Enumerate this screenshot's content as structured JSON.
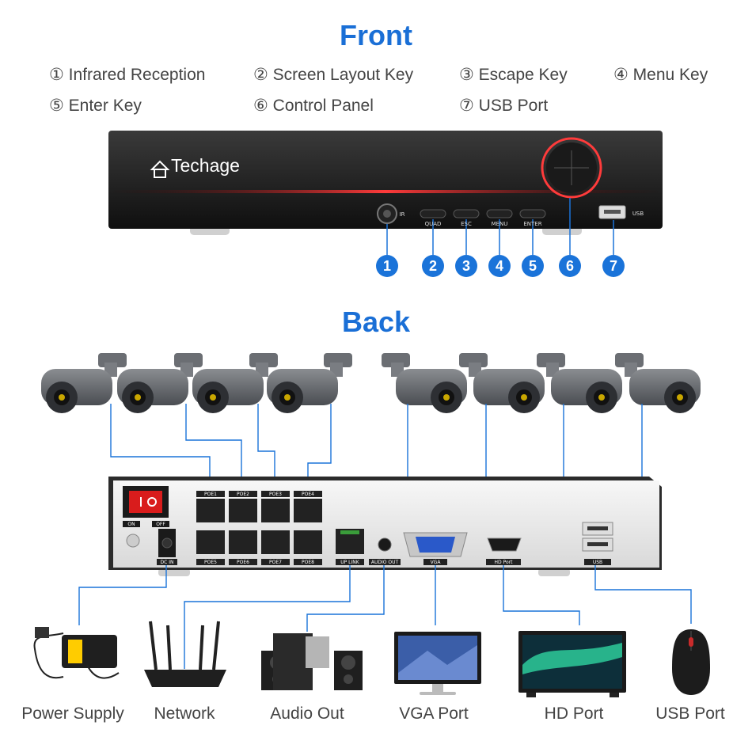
{
  "front": {
    "title": "Front",
    "legend": [
      "① Infrared Reception",
      "② Screen Layout Key",
      "③ Escape Key",
      "④ Menu Key",
      "⑤ Enter Key",
      "⑥ Control Panel",
      "⑦ USB Port"
    ],
    "brand": "Techage",
    "ir_label": "IR",
    "buttons": [
      "QUAD",
      "ESC",
      "MENU",
      "ENTER"
    ],
    "usb_label": "USB",
    "badges": [
      "1",
      "2",
      "3",
      "4",
      "5",
      "6",
      "7"
    ]
  },
  "back": {
    "title": "Back",
    "switch_labels": [
      "ON",
      "OFF"
    ],
    "poe_top": [
      "POE1",
      "POE2",
      "POE3",
      "POE4"
    ],
    "poe_bottom": [
      "POE5",
      "POE6",
      "POE7",
      "POE8"
    ],
    "dc_in": "DC IN",
    "uplink": "UP LINK",
    "audio_out": "AUDIO OUT",
    "vga": "VGA",
    "hd_port": "HD Port",
    "usb": "USB"
  },
  "devices": [
    "Power Supply",
    "Network",
    "Audio Out",
    "VGA Port",
    "HD Port",
    "USB Port"
  ],
  "colors": {
    "accent": "#1a73d9",
    "wire": "#1a73d9",
    "device_body": "#222222"
  }
}
